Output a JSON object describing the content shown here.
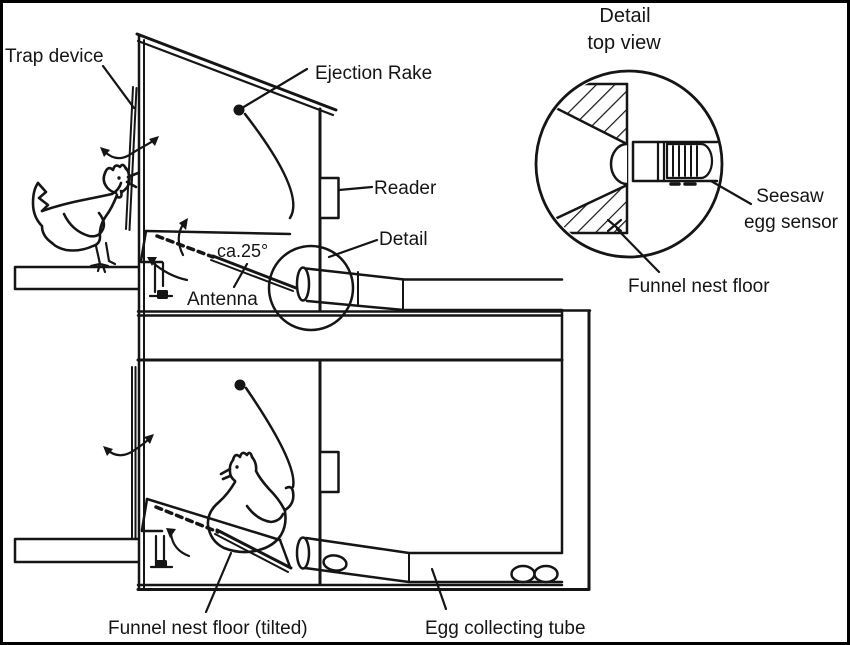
{
  "labels": {
    "trap_device": "Trap device",
    "ejection_rake": "Ejection Rake",
    "reader": "Reader",
    "detail": "Detail",
    "angle": "ca.25°",
    "antenna": "Antenna",
    "detail_top_view_line1": "Detail",
    "detail_top_view_line2": "top view",
    "seesaw_line1": "Seesaw",
    "seesaw_line2": "egg sensor",
    "funnel_nest_floor": "Funnel nest floor",
    "funnel_nest_floor_tilted": "Funnel nest floor (tilted)",
    "egg_collecting_tube": "Egg collecting tube"
  },
  "colors": {
    "line": "#151515",
    "background": "#ffffff"
  }
}
